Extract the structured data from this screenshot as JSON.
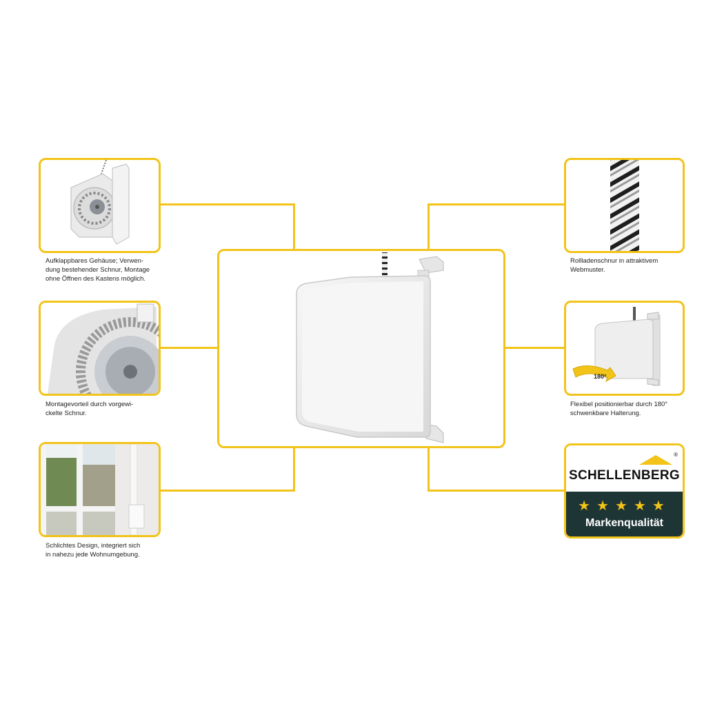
{
  "captions": {
    "housing": "Aufklappbares Gehäuse; Verwen-\ndung bestehender Schnur, Montage\nohne Öffnen des Kastens möglich.",
    "prewound": "Montagevorteil durch vorgewi-\nckelte Schnur.",
    "design": "Schlichtes Design, integriert sich\nin nahezu jede Wohnumgebung.",
    "cord": "Rollladenschnur in attraktivem\nWebmuster.",
    "mount": "Flexibel positionierbar durch 180°\nschwenkbare Halterung."
  },
  "mount_angle_label": "180°",
  "badge": {
    "brand": "SCHELLENBERG",
    "registered": "®",
    "stars": "★★★★★",
    "quality": "Markenqualität"
  },
  "colors": {
    "accent": "#f2c318",
    "badge_dark": "#1e3535"
  }
}
